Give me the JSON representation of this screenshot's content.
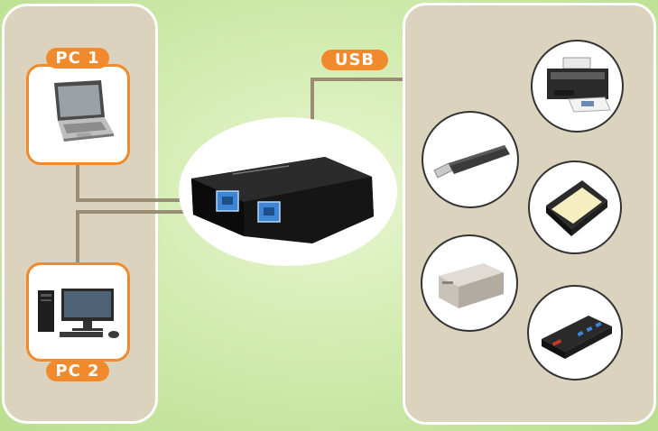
{
  "labels": {
    "pc1": "PC 1",
    "pc2": "PC 2",
    "usb": "USB"
  },
  "icons": {
    "pc1": "laptop-icon",
    "pc2": "desktop-computer-icon",
    "switch": "usb-sharing-switch-icon",
    "devices": [
      "printer-icon",
      "usb-flash-drive-icon",
      "scanner-icon",
      "external-hard-drive-icon",
      "usb-hub-icon"
    ]
  },
  "colors": {
    "label_orange": "#f08a2c",
    "panel_beige": "#dcd3be",
    "cable_brown": "#9a8d74",
    "background_green": "#c8e7a3"
  }
}
